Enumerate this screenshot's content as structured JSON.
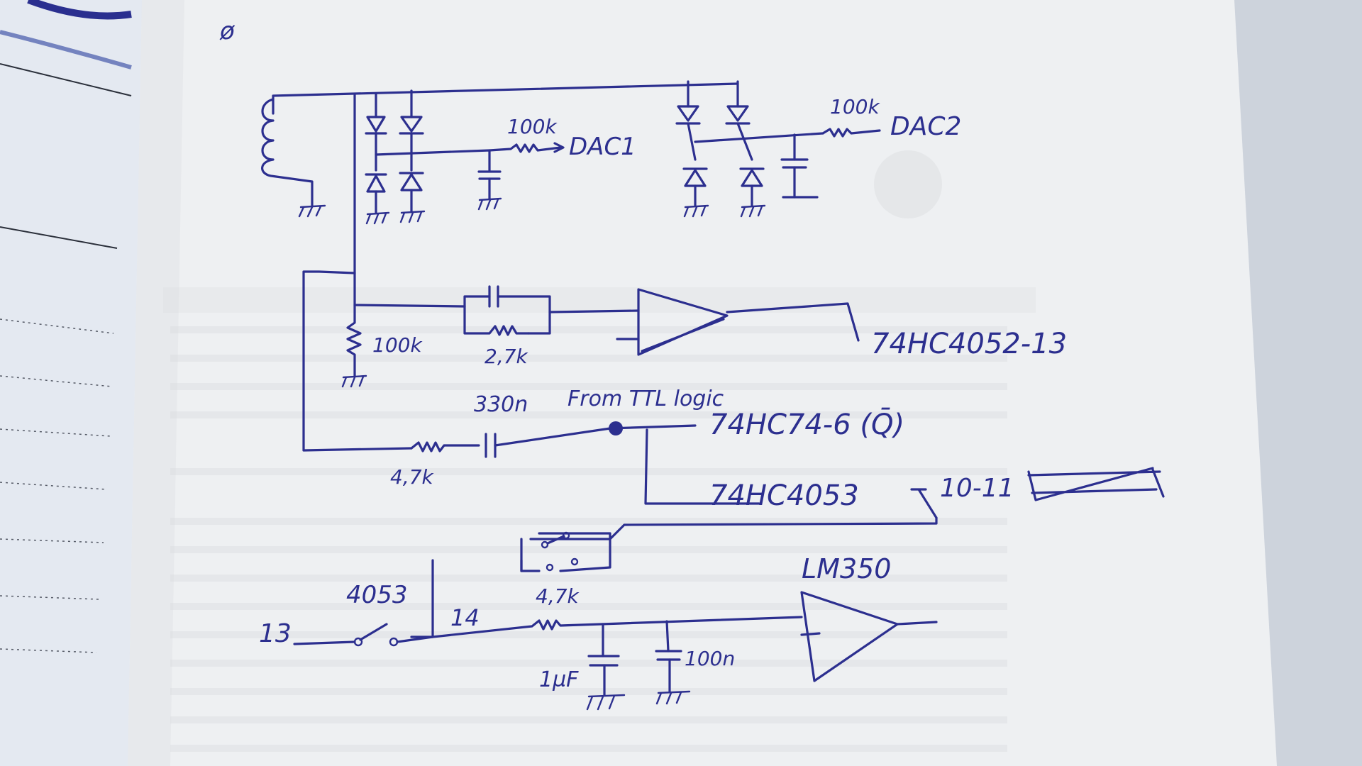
{
  "colors": {
    "ink": "#2c2f8f",
    "paper": "#eef0f2",
    "notebook_page": "#e6ebf3",
    "background": "#cdd3dc"
  },
  "labels": {
    "corner_mark": "ø",
    "r_dac1": "100k",
    "dac1": "DAC1",
    "r_dac2": "100k",
    "dac2": "DAC2",
    "r_feedback": "2,7k",
    "r_ground": "100k",
    "out_comparator": "74HC4052-13",
    "cap_input": "330n",
    "from_ttl": "From TTL logic",
    "target_74hc74": "74HC74-6 (Q̄)",
    "r_input": "4,7k",
    "target_74hc4053": "74HC4053",
    "pins_4053": "10-11",
    "lm350": "LM350",
    "label_4053": "4053",
    "pin_13": "13",
    "pin_14": "14",
    "r_switch": "4,7k",
    "cap_1u": "1µF",
    "cap_100n": "100n"
  }
}
